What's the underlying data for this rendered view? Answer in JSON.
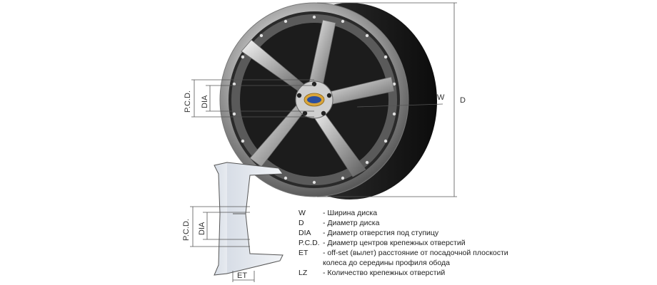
{
  "dimensions": {
    "w": "W",
    "d": "D",
    "pcd": "P.C.D.",
    "dia": "DIA",
    "et": "ET"
  },
  "hub_badge": "",
  "legend": [
    {
      "abbr": "W",
      "desc": "- Ширина диска"
    },
    {
      "abbr": "D",
      "desc": "- Диаметр диска"
    },
    {
      "abbr": "DIA",
      "desc": "- Диаметр отверстия под ступицу"
    },
    {
      "abbr": "P.C.D.",
      "desc": "- Диаметр центров крепежных отверстий"
    },
    {
      "abbr": "ET",
      "desc": "- off-set (вылет) расстояние от посадочной плоскости",
      "cont": "колеса до середины профиля обода"
    },
    {
      "abbr": "LZ",
      "desc": "- Количество крепежных отверстий"
    }
  ],
  "colors": {
    "chrome_light": "#e8e8e8",
    "chrome_dark": "#4a4a4a",
    "barrel": "#1a1a1a",
    "line": "#555555",
    "hub_gold": "#d9a53a",
    "hub_blue": "#2a4fa0"
  }
}
